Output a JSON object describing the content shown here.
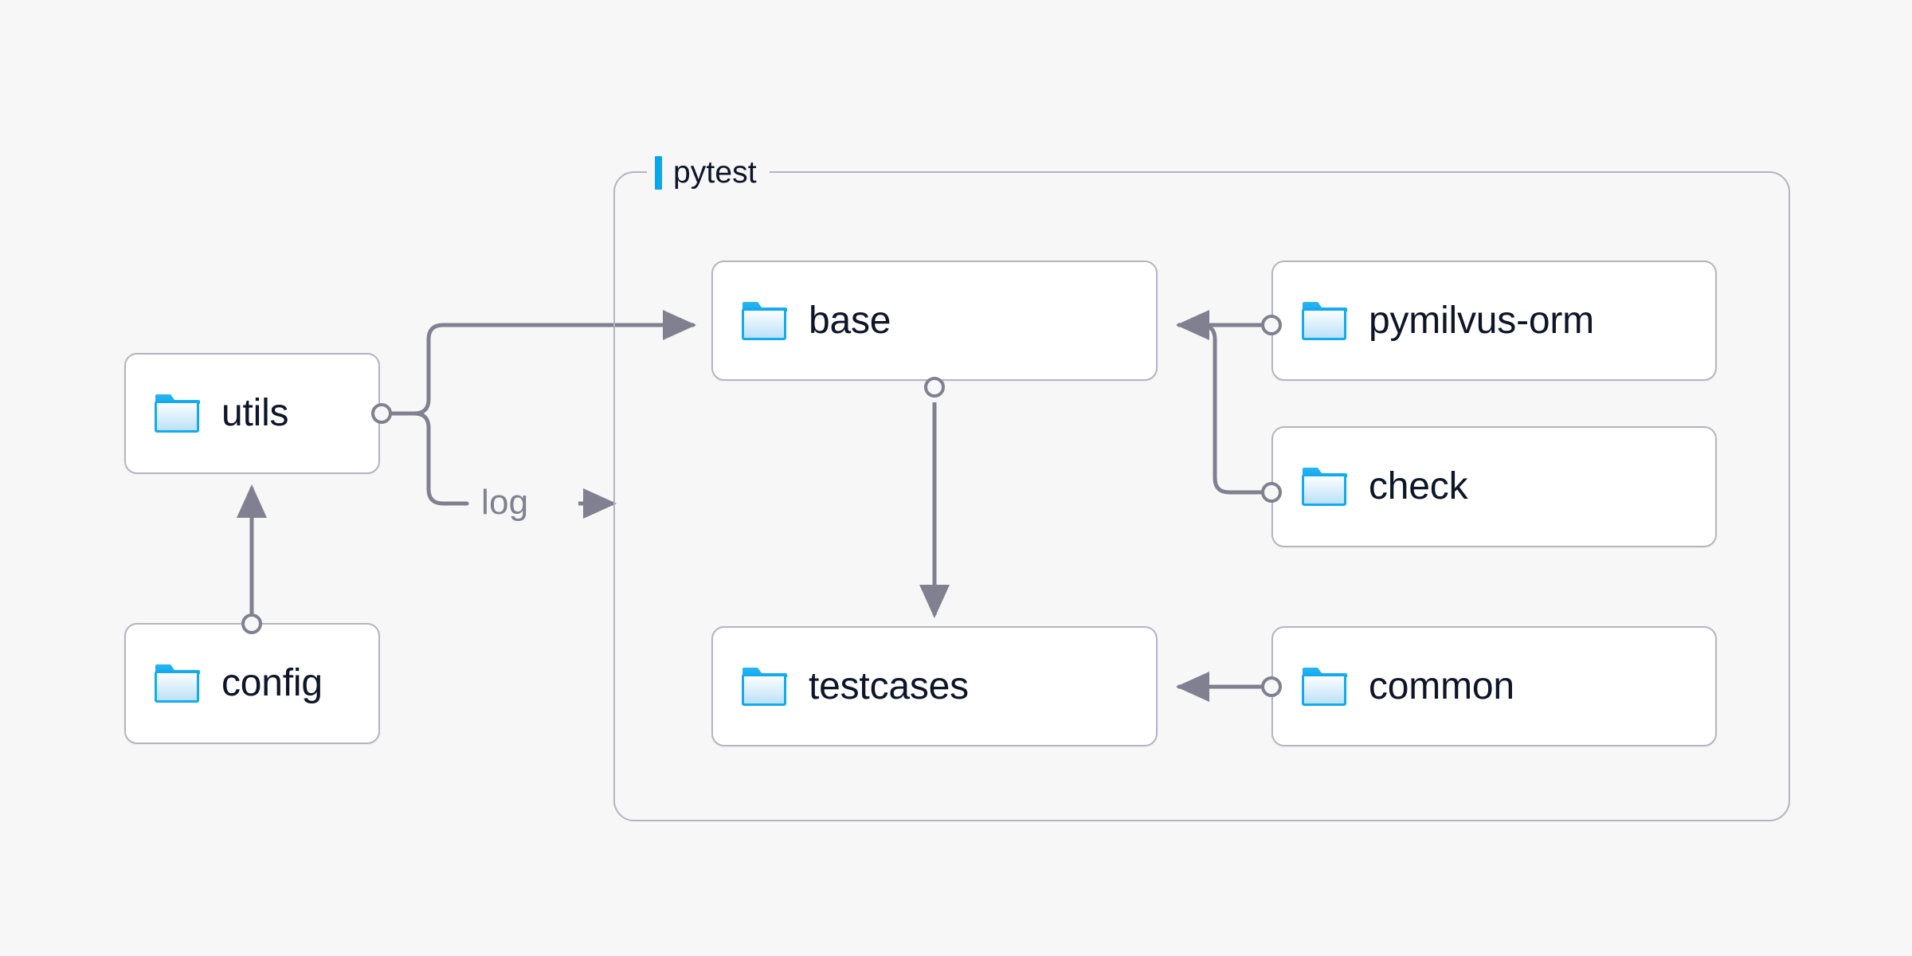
{
  "diagram": {
    "background_color": "#f7f7f8",
    "accent_color": "#00a9ec",
    "node_border_color": "#b4b4c0",
    "edge_color": "#808090",
    "text_color": "#0d1528",
    "group": {
      "label": "pytest",
      "name": "pytest-group"
    },
    "nodes": [
      {
        "id": "utils",
        "label": "utils",
        "icon": "folder-icon"
      },
      {
        "id": "config",
        "label": "config",
        "icon": "folder-icon"
      },
      {
        "id": "base",
        "label": "base",
        "icon": "folder-icon"
      },
      {
        "id": "testcases",
        "label": "testcases",
        "icon": "folder-icon"
      },
      {
        "id": "pymilvus-orm",
        "label": "pymilvus-orm",
        "icon": "folder-icon"
      },
      {
        "id": "check",
        "label": "check",
        "icon": "folder-icon"
      },
      {
        "id": "common",
        "label": "common",
        "icon": "folder-icon"
      }
    ],
    "edges": [
      {
        "from": "config",
        "to": "utils",
        "label": ""
      },
      {
        "from": "utils",
        "to": "base",
        "label": ""
      },
      {
        "from": "utils",
        "to": "pytest",
        "label": "log"
      },
      {
        "from": "base",
        "to": "testcases",
        "label": ""
      },
      {
        "from": "pymilvus-orm",
        "to": "base",
        "label": ""
      },
      {
        "from": "check",
        "to": "base",
        "label": ""
      },
      {
        "from": "common",
        "to": "testcases",
        "label": ""
      }
    ],
    "edge_labels": [
      {
        "id": "log",
        "text": "log"
      }
    ]
  }
}
